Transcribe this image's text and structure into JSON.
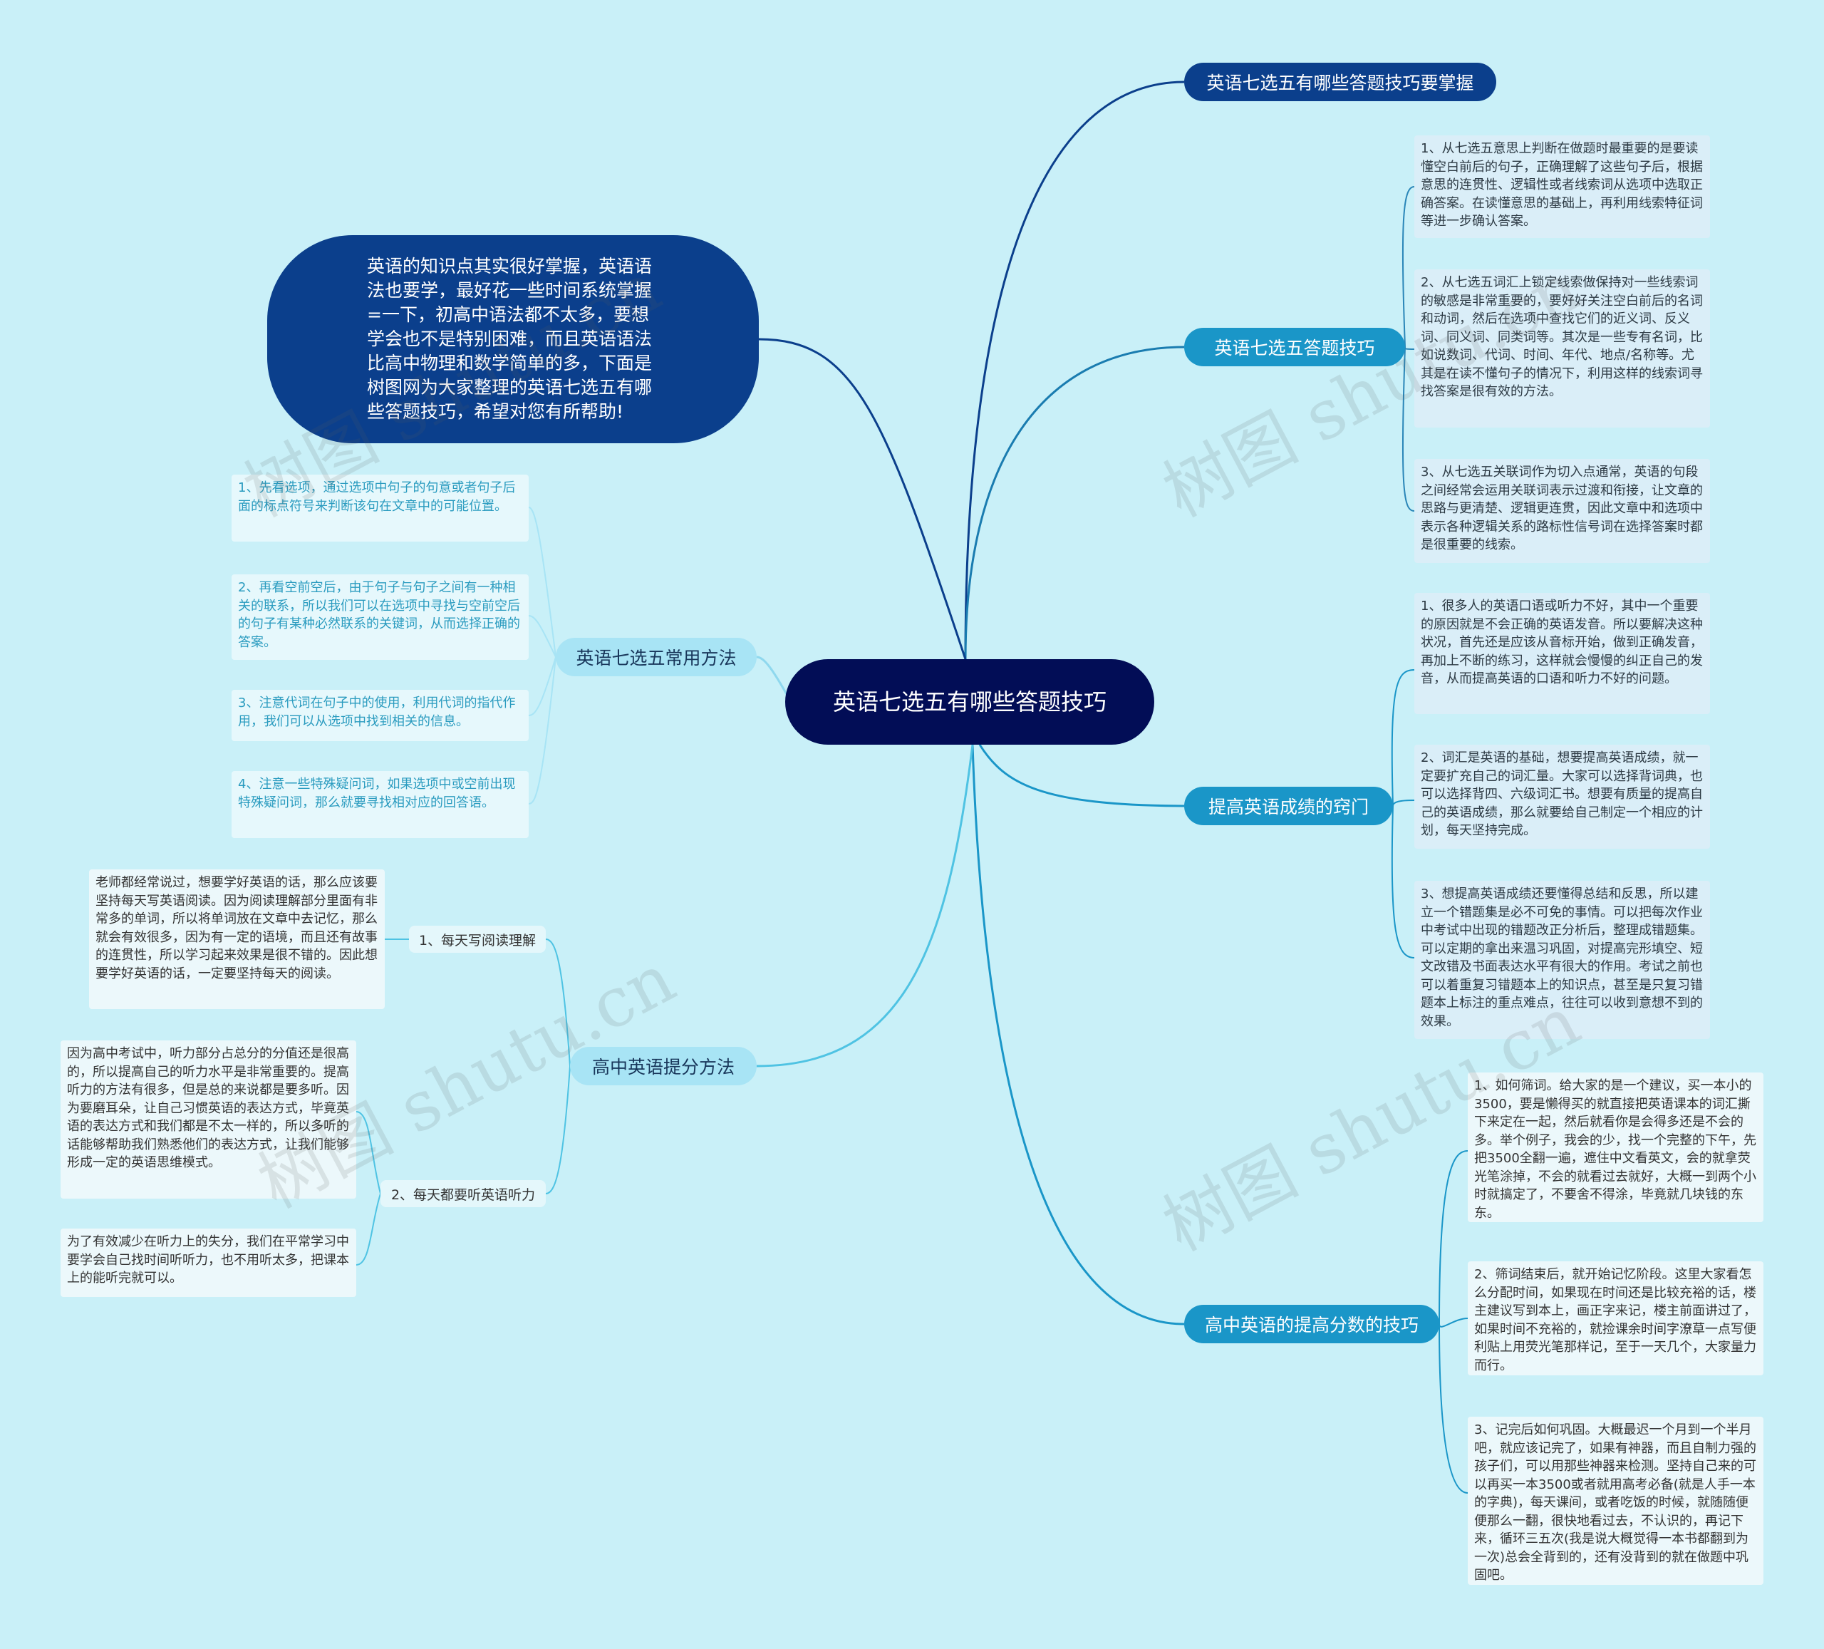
{
  "center": "英语七选五有哪些答题技巧",
  "intro": "英语的知识点其实很好掌握，英语语法也要学，最好花一些时间系统掌握=一下，初高中语法都不太多，要想学会也不是特别困难，而且英语语法比高中物理和数学简单的多，下面是树图网为大家整理的英语七选五有哪些答题技巧，希望对您有所帮助!",
  "branch_master": "英语七选五有哪些答题技巧要掌握",
  "branch_skills": {
    "label": "英语七选五答题技巧",
    "items": [
      "1、从七选五意思上判断在做题时最重要的是要读懂空白前后的句子，正确理解了这些句子后，根据意思的连贯性、逻辑性或者线索词从选项中选取正确答案。在读懂意思的基础上，再利用线索特征词等进一步确认答案。",
      "2、从七选五词汇上锁定线索做保持对一些线索词的敏感是非常重要的，要好好关注空白前后的名词和动词，然后在选项中查找它们的近义词、反义词、同义词、同类词等。其次是一些专有名词，比如说数词、代词、时间、年代、地点/名称等。尤其是在读不懂句子的情况下，利用这样的线索词寻找答案是很有效的方法。",
      "3、从七选五关联词作为切入点通常，英语的句段之间经常会运用关联词表示过渡和衔接，让文章的思路与更清楚、逻辑更连贯，因此文章中和选项中表示各种逻辑关系的路标性信号词在选择答案时都是很重要的线索。"
    ]
  },
  "branch_improve": {
    "label": "提高英语成绩的窍门",
    "items": [
      "1、很多人的英语口语或听力不好，其中一个重要的原因就是不会正确的英语发音。所以要解决这种状况，首先还是应该从音标开始，做到正确发音，再加上不断的练习，这样就会慢慢的纠正自己的发音，从而提高英语的口语和听力不好的问题。",
      "2、词汇是英语的基础，想要提高英语成绩，就一定要扩充自己的词汇量。大家可以选择背词典，也可以选择背四、六级词汇书。想要有质量的提高自己的英语成绩，那么就要给自己制定一个相应的计划，每天坚持完成。",
      "3、想提高英语成绩还要懂得总结和反思，所以建立一个错题集是必不可免的事情。可以把每次作业中考试中出现的错题改正分析后，整理成错题集。可以定期的拿出来温习巩固，对提高完形填空、短文改错及书面表达水平有很大的作用。考试之前也可以着重复习错题本上的知识点，甚至是只复习错题本上标注的重点难点，往往可以收到意想不到的效果。"
    ]
  },
  "branch_score": {
    "label": "高中英语的提高分数的技巧",
    "items": [
      "1、如何筛词。给大家的是一个建议，买一本小的3500，要是懒得买的就直接把英语课本的词汇撕下来定在一起，然后就看你是会得多还是不会的多。举个例子，我会的少，找一个完整的下午，先把3500全翻一遍，遮住中文看英文，会的就拿荧光笔涂掉，不会的就看过去就好，大概一到两个小时就搞定了，不要舍不得涂，毕竟就几块钱的东东。",
      "2、筛词结束后，就开始记忆阶段。这里大家看怎么分配时间，如果现在时间还是比较充裕的话，楼主建议写到本上，画正字来记，楼主前面讲过了，如果时间不充裕的，就捡课余时间字潦草一点写便利贴上用荧光笔那样记，至于一天几个，大家量力而行。",
      "3、记完后如何巩固。大概最迟一个月到一个半月吧，就应该记完了，如果有神器，而且自制力强的孩子们，可以用那些神器来检测。坚持自己来的可以再买一本3500或者就用高考必备(就是人手一本的字典)，每天课间，或者吃饭的时候，就随随便便那么一翻，很快地看过去，不认识的，再记下来，循环三五次(我是说大概觉得一本书都翻到为一次)总会全背到的，还有没背到的就在做题中巩固吧。"
    ]
  },
  "branch_methods": {
    "label": "英语七选五常用方法",
    "items": [
      "1、先看选项，通过选项中句子的句意或者句子后面的标点符号来判断该句在文章中的可能位置。",
      "2、再看空前空后，由于句子与句子之间有一种相关的联系，所以我们可以在选项中寻找与空前空后的句子有某种必然联系的关键词，从而选择正确的答案。",
      "3、注意代词在句子中的使用，利用代词的指代作用，我们可以从选项中找到相关的信息。",
      "4、注意一些特殊疑问词，如果选项中或空前出现特殊疑问词，那么就要寻找相对应的回答语。"
    ]
  },
  "branch_tips": {
    "label": "高中英语提分方法",
    "subs": [
      {
        "label": "1、每天写阅读理解",
        "items": [
          "老师都经常说过，想要学好英语的话，那么应该要坚持每天写英语阅读。因为阅读理解部分里面有非常多的单词，所以将单词放在文章中去记忆，那么就会有效很多，因为有一定的语境，而且还有故事的连贯性，所以学习起来效果是很不错的。因此想要学好英语的话，一定要坚持每天的阅读。"
        ]
      },
      {
        "label": "2、每天都要听英语听力",
        "items": [
          "因为高中考试中，听力部分占总分的分值还是很高的，所以提高自己的听力水平是非常重要的。提高听力的方法有很多，但是总的来说都是要多听。因为要磨耳朵，让自己习惯英语的表达方式，毕竟英语的表达方式和我们都是不太一样的，所以多听的话能够帮助我们熟悉他们的表达方式，让我们能够形成一定的英语思维模式。",
          "为了有效减少在听力上的失分，我们在平常学习中要学会自己找时间听听力，也不用听太多，把课本上的能听完就可以。"
        ]
      }
    ]
  },
  "watermark": "树图 shutu.cn"
}
